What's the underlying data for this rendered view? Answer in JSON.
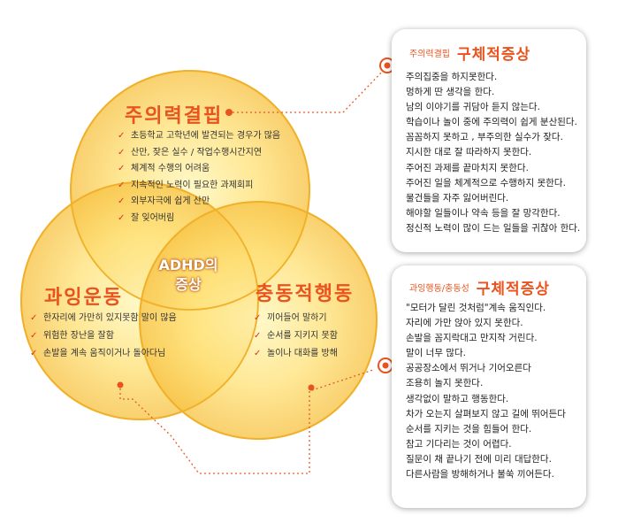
{
  "center_label": [
    "ADHD의",
    "증상"
  ],
  "circles": {
    "inattention": {
      "title": "주의력결핍",
      "items": [
        "초등학교 고학년에 발견되는 경우가 많음",
        "산만, 잦은 실수 / 작업수행시간지연",
        "체계적 수행의 어려움",
        "지속적인 노력이 필요한 과제회피",
        "외부자극에 쉽게 산만",
        "잘 잊어버림"
      ]
    },
    "hyperactivity": {
      "title": "과잉운동",
      "items": [
        "한자리에 가만히 있지못함  말이 많음",
        "위험한 장난을 잘함",
        "손발을 계속 움직이거나 돌아다님"
      ]
    },
    "impulsivity": {
      "title": "충동적행동",
      "items": [
        "끼어들어 말하기",
        "순서를 지키지 못함",
        "놀이나 대화를 방해"
      ]
    }
  },
  "panels": {
    "inattention": {
      "category": "주의력결핍",
      "heading": "구체적증상",
      "items": [
        "주의집중을 하지못한다.",
        "멍하게 딴 생각을 한다.",
        "남의 이야기를 귀담아 듣지 않는다.",
        "학습이나 놀이 중에 주의력이 쉽게 분산된다.",
        "꼼꼼하지 못하고 , 부주의한 실수가 잦다.",
        "지시한 대로 잘 따라하지 못한다.",
        "주어진 과제를 끝마치지 못한다.",
        "주어진 일을 체계적으로 수행하지 못한다.",
        "물건들을 자주 잃어버린다.",
        "해야할 일들이나 약속 등을 잘 망각한다.",
        "정신적 노력이 많이 드는 일들을 귀찮아 한다."
      ]
    },
    "hyperactivity_impulsivity": {
      "category": "과잉행동/충동성",
      "heading": "구체적증상",
      "items": [
        "\"모터가 달린 것처럼\"계속 움직인다.",
        "자리에 가만 앉아 있지 못한다.",
        "손발을 꼼지락대고 만지작 거린다.",
        "말이 너무 많다.",
        "공공장소에서 뛰거나 기어오른다",
        "조용히 놀지 못한다.",
        "생각없이 말하고 행동한다.",
        "차가 오는지 살펴보지 않고 길에 뛰어든다",
        "순서를 지키는 것을 힘들어 한다.",
        "참고 기다리는 것이 어렵다.",
        "질문이 채 끝나기 전에 미리 대답한다.",
        "다른사람을 방해하거나 불쑥 끼어든다."
      ]
    }
  },
  "colors": {
    "accent": "#e8531e",
    "circle_fill_center": "#fff2a6",
    "circle_fill_edge": "#f8c54a",
    "check": "#e0301e",
    "connector": "#e85a28"
  }
}
